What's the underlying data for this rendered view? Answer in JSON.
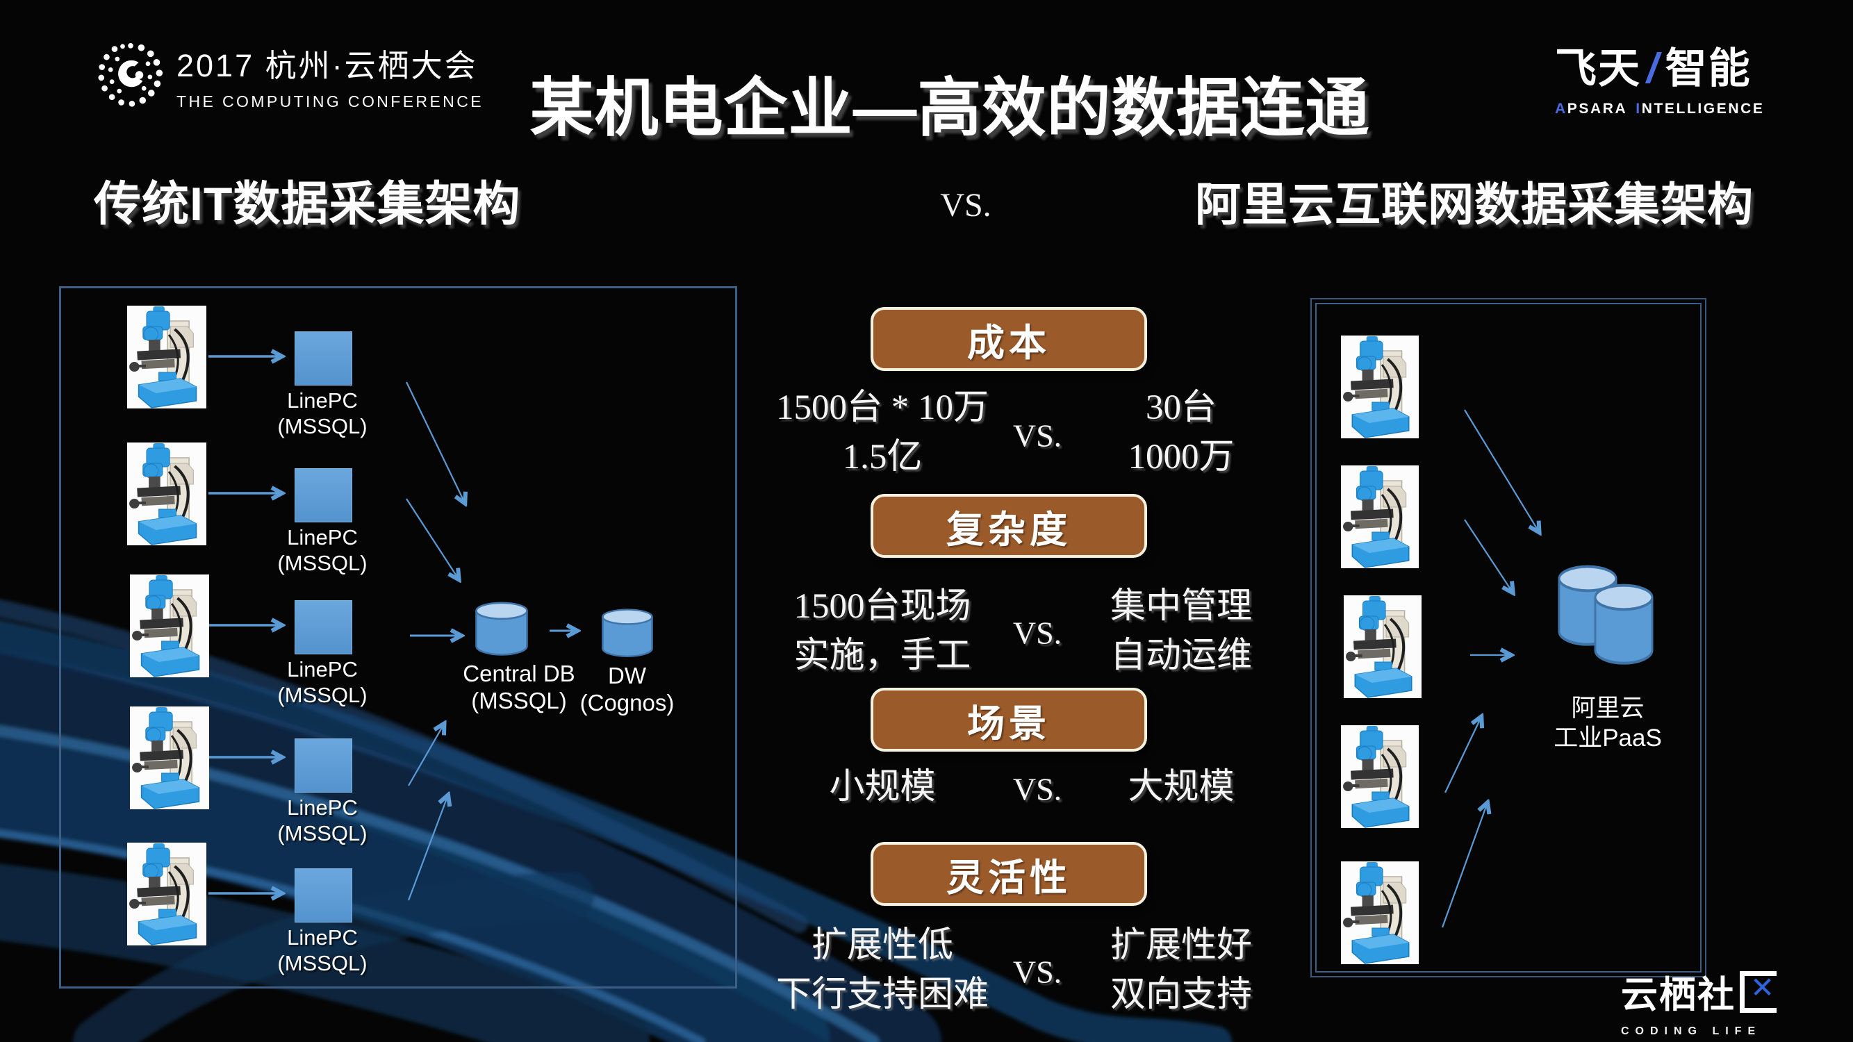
{
  "header": {
    "logo_title": "2017 杭州·云栖大会",
    "logo_subtitle": "THE COMPUTING CONFERENCE",
    "title": "某机电企业—高效的数据连通",
    "brand": {
      "cn_left": "飞天",
      "slash": "/",
      "cn_right": "智能",
      "en_a": "A",
      "en_psara": "PSARA",
      "en_i": "I",
      "en_ntelligence": "NTELLIGENCE"
    }
  },
  "sections": {
    "left_heading": "传统IT数据采集架构",
    "vs_top": "VS.",
    "right_heading": "阿里云互联网数据采集架构"
  },
  "left_diagram": {
    "nodes": [
      {
        "line1": "LinePC",
        "line2": "(MSSQL)"
      },
      {
        "line1": "LinePC",
        "line2": "(MSSQL)"
      },
      {
        "line1": "LinePC",
        "line2": "(MSSQL)"
      },
      {
        "line1": "LinePC",
        "line2": "(MSSQL)"
      },
      {
        "line1": "LinePC",
        "line2": "(MSSQL)"
      }
    ],
    "central_db": {
      "line1": "Central DB",
      "line2": "(MSSQL)"
    },
    "dw": {
      "line1": "DW",
      "line2": "(Cognos)"
    }
  },
  "right_diagram": {
    "paas": {
      "line1": "阿里云",
      "line2": "工业PaaS"
    }
  },
  "comparison": [
    {
      "badge": "成本",
      "left": [
        "1500台 * 10万",
        "1.5亿"
      ],
      "vs": "VS.",
      "right": [
        "30台",
        "1000万"
      ]
    },
    {
      "badge": "复杂度",
      "left": [
        "1500台现场",
        "实施，手工"
      ],
      "vs": "VS.",
      "right": [
        "集中管理",
        "自动运维"
      ]
    },
    {
      "badge": "场景",
      "left": [
        "小规模"
      ],
      "vs": "VS.",
      "right": [
        "大规模"
      ]
    },
    {
      "badge": "灵活性",
      "left": [
        "扩展性低",
        "下行支持困难"
      ],
      "vs": "VS.",
      "right": [
        "扩展性好",
        "双向支持"
      ]
    }
  ],
  "footer": {
    "community_prefix": "云栖社",
    "community_x": "✕",
    "community_sub": "CODING LIFE"
  },
  "colors": {
    "accent_blue": "#5b9bd5",
    "badge_brown": "#9a5a2a",
    "panel_border": "#3d5f85",
    "brand_blue": "#4a6be0",
    "community_x_blue": "#2f63d8"
  }
}
